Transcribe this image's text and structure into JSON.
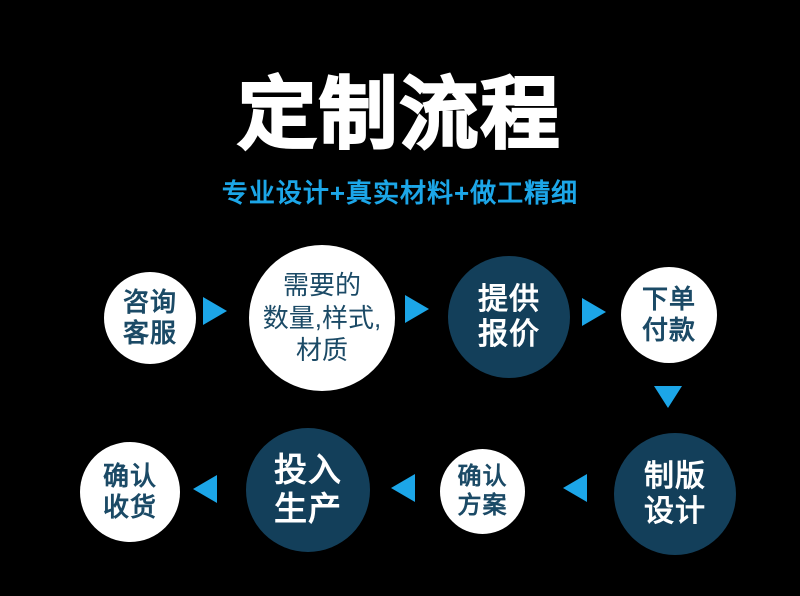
{
  "header": {
    "title": "定制流程",
    "subtitle": "专业设计+真实材料+做工精细"
  },
  "colors": {
    "accent": "#1ca6e8",
    "dark_circle": "#133f5a",
    "navy_text": "#1b4a66",
    "white": "#ffffff",
    "background": "#000000"
  },
  "steps": [
    {
      "id": "consult-service",
      "line1": "咨询",
      "line2": "客服",
      "style": "white"
    },
    {
      "id": "requirements",
      "line1": "需要的",
      "line2": "数量,样式,",
      "line3": "材质",
      "style": "white"
    },
    {
      "id": "provide-quote",
      "line1": "提供",
      "line2": "报价",
      "style": "dark"
    },
    {
      "id": "place-order-pay",
      "line1": "下单",
      "line2": "付款",
      "style": "white"
    },
    {
      "id": "plate-design",
      "line1": "制版",
      "line2": "设计",
      "style": "dark"
    },
    {
      "id": "confirm-plan",
      "line1": "确认",
      "line2": "方案",
      "style": "white"
    },
    {
      "id": "start-production",
      "line1": "投入",
      "line2": "生产",
      "style": "dark"
    },
    {
      "id": "confirm-receipt",
      "line1": "确认",
      "line2": "收货",
      "style": "white"
    }
  ],
  "flow_arrows": [
    {
      "id": "arrow-1",
      "direction": "right"
    },
    {
      "id": "arrow-2",
      "direction": "right"
    },
    {
      "id": "arrow-3",
      "direction": "right"
    },
    {
      "id": "arrow-4",
      "direction": "down"
    },
    {
      "id": "arrow-5",
      "direction": "left"
    },
    {
      "id": "arrow-6",
      "direction": "left"
    },
    {
      "id": "arrow-7",
      "direction": "left"
    }
  ]
}
